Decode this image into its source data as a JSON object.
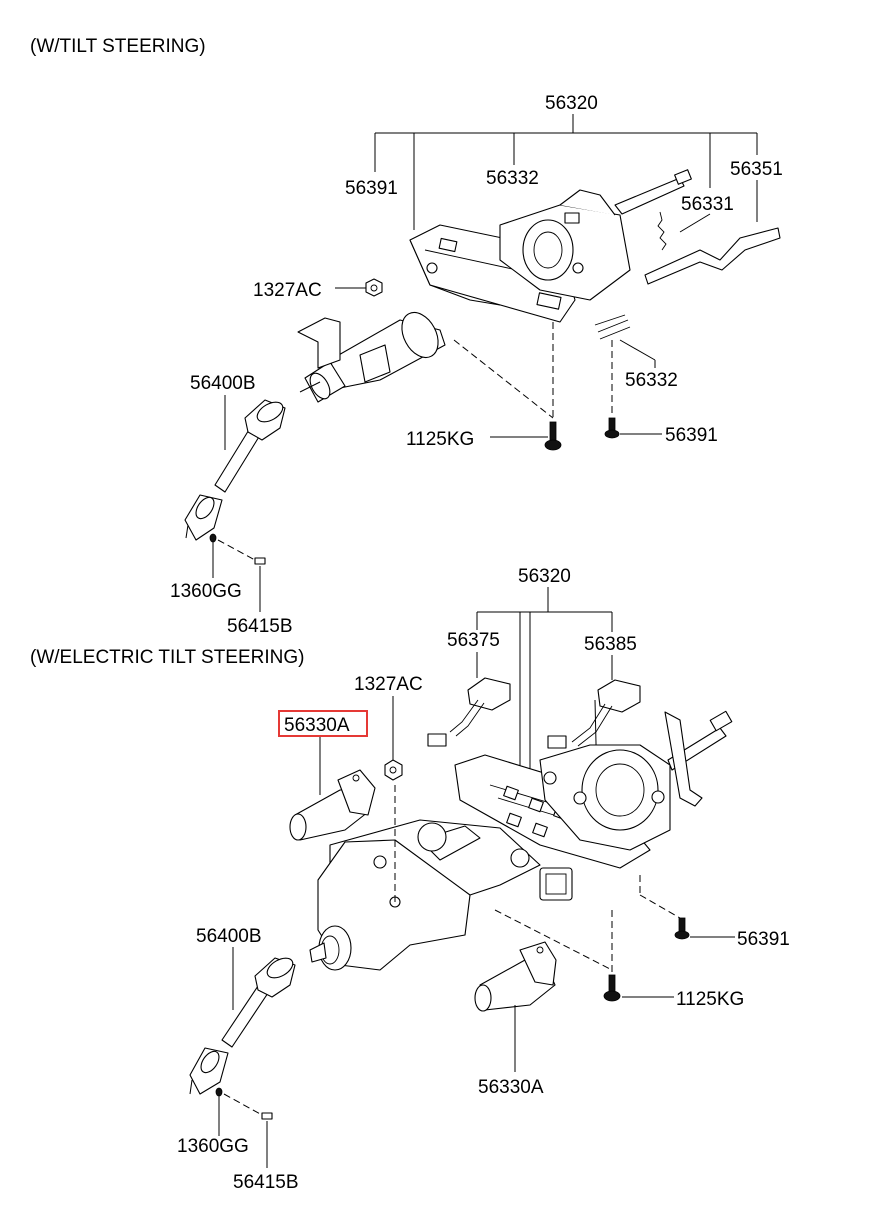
{
  "sections": {
    "tilt": "(W/TILT STEERING)",
    "electric": "(W/ELECTRIC TILT STEERING)"
  },
  "top": {
    "p56320": "56320",
    "p56391_a": "56391",
    "p56332_a": "56332",
    "p56331": "56331",
    "p56351": "56351",
    "p1327AC": "1327AC",
    "p56332_b": "56332",
    "p56400B": "56400B",
    "p1125KG": "1125KG",
    "p56391_b": "56391",
    "p1360GG": "1360GG",
    "p56415B": "56415B"
  },
  "bottom": {
    "p56320": "56320",
    "p56375": "56375",
    "p56385": "56385",
    "p1327AC": "1327AC",
    "p56330A_highlight": "56330A",
    "p56400B": "56400B",
    "p56391": "56391",
    "p1125KG": "1125KG",
    "p56330A": "56330A",
    "p1360GG": "1360GG",
    "p56415B": "56415B"
  },
  "colors": {
    "highlight": "#e53935",
    "ink": "#000000"
  }
}
